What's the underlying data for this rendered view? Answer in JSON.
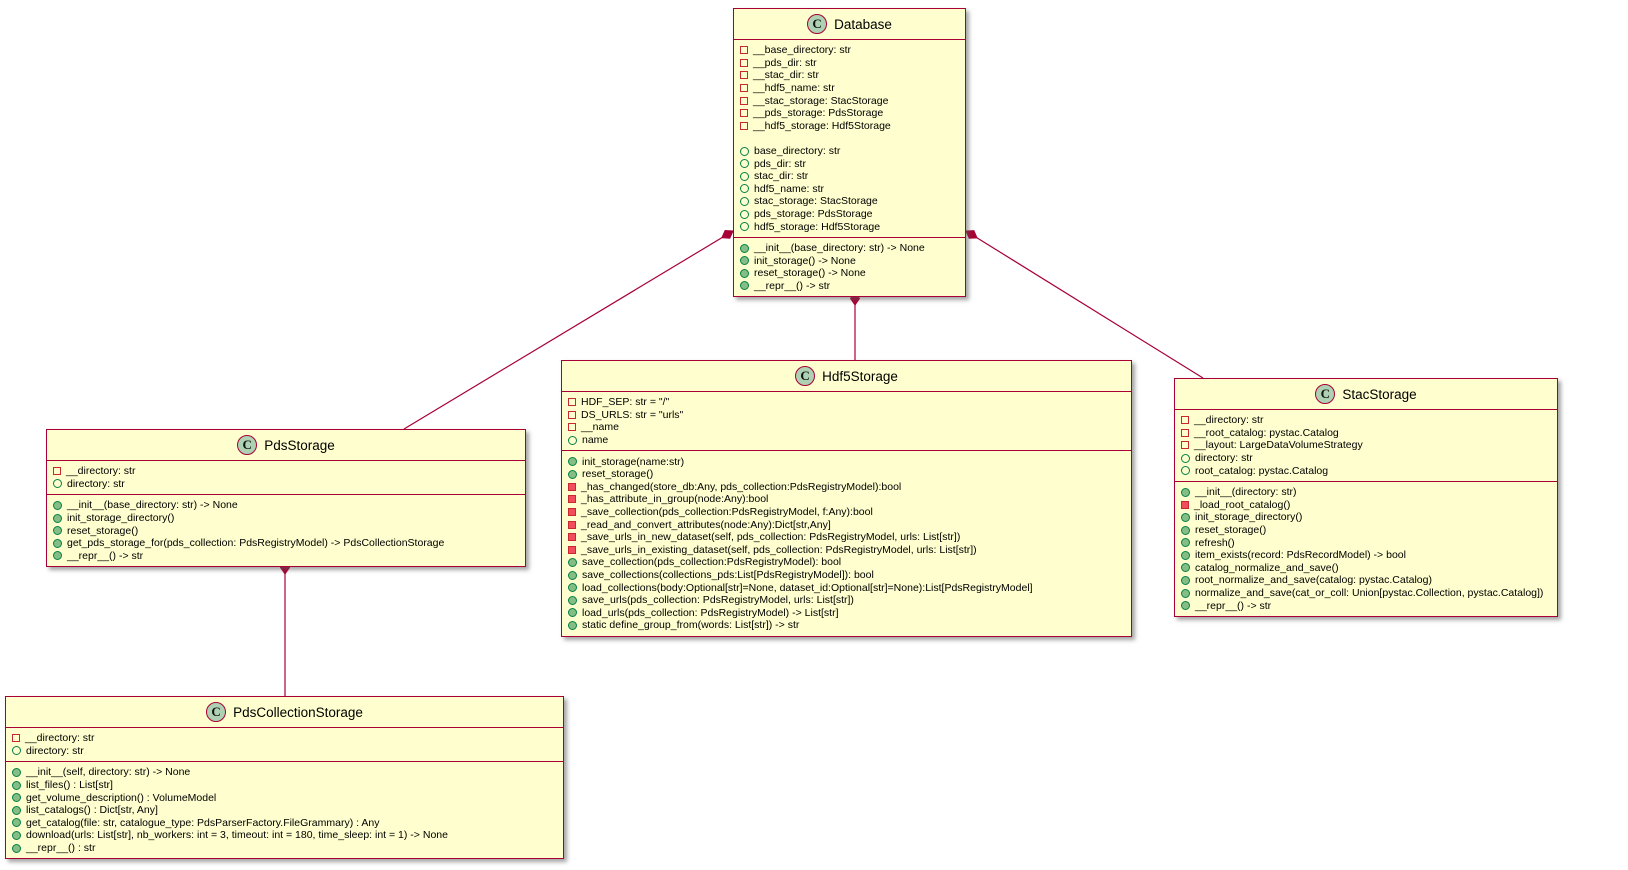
{
  "colors": {
    "background": "#FFFFFF",
    "class_fill": "#FEFECE",
    "class_border": "#A80036",
    "connector": "#A80036",
    "class_icon_circle": "#ADD1B2",
    "public_method_fill": "#84BE84",
    "public_method_border": "#038048",
    "private_method_fill": "#F24D5C",
    "private_method_border": "#C82930"
  },
  "classes": [
    {
      "id": "database",
      "name": "Database",
      "icon_letter": "C",
      "fields": [
        {
          "kind": "private-field",
          "text": "__base_directory: str"
        },
        {
          "kind": "private-field",
          "text": "__pds_dir: str"
        },
        {
          "kind": "private-field",
          "text": "__stac_dir: str"
        },
        {
          "kind": "private-field",
          "text": "__hdf5_name: str"
        },
        {
          "kind": "private-field",
          "text": "__stac_storage: StacStorage"
        },
        {
          "kind": "private-field",
          "text": "__pds_storage: PdsStorage"
        },
        {
          "kind": "private-field",
          "text": "__hdf5_storage: Hdf5Storage"
        },
        {
          "kind": "blank",
          "text": ""
        },
        {
          "kind": "property",
          "text": "base_directory: str"
        },
        {
          "kind": "property",
          "text": "pds_dir: str"
        },
        {
          "kind": "property",
          "text": "stac_dir: str"
        },
        {
          "kind": "property",
          "text": "hdf5_name: str"
        },
        {
          "kind": "property",
          "text": "stac_storage: StacStorage"
        },
        {
          "kind": "property",
          "text": "pds_storage: PdsStorage"
        },
        {
          "kind": "property",
          "text": "hdf5_storage: Hdf5Storage"
        }
      ],
      "methods": [
        {
          "kind": "public-method",
          "text": "__init__(base_directory: str) -> None"
        },
        {
          "kind": "public-method",
          "text": "init_storage() -> None"
        },
        {
          "kind": "public-method",
          "text": "reset_storage() -> None"
        },
        {
          "kind": "public-method",
          "text": "__repr__() -> str"
        }
      ]
    },
    {
      "id": "pdsstorage",
      "name": "PdsStorage",
      "icon_letter": "C",
      "fields": [
        {
          "kind": "private-field",
          "text": "__directory: str"
        },
        {
          "kind": "property",
          "text": "directory: str"
        }
      ],
      "methods": [
        {
          "kind": "public-method",
          "text": "__init__(base_directory: str) -> None"
        },
        {
          "kind": "public-method",
          "text": "init_storage_directory()"
        },
        {
          "kind": "public-method",
          "text": "reset_storage()"
        },
        {
          "kind": "public-method",
          "text": "get_pds_storage_for(pds_collection: PdsRegistryModel) -> PdsCollectionStorage"
        },
        {
          "kind": "public-method",
          "text": "__repr__() -> str"
        }
      ]
    },
    {
      "id": "hdf5storage",
      "name": "Hdf5Storage",
      "icon_letter": "C",
      "fields": [
        {
          "kind": "private-field",
          "text": "HDF_SEP: str = \"/\""
        },
        {
          "kind": "private-field",
          "text": "DS_URLS: str = \"urls\""
        },
        {
          "kind": "private-field",
          "text": "__name"
        },
        {
          "kind": "property",
          "text": "name"
        }
      ],
      "methods": [
        {
          "kind": "public-method",
          "text": "init_storage(name:str)"
        },
        {
          "kind": "public-method",
          "text": "reset_storage()"
        },
        {
          "kind": "private-method",
          "text": "_has_changed(store_db:Any, pds_collection:PdsRegistryModel):bool"
        },
        {
          "kind": "private-method",
          "text": "_has_attribute_in_group(node:Any):bool"
        },
        {
          "kind": "private-method",
          "text": "_save_collection(pds_collection:PdsRegistryModel, f:Any):bool"
        },
        {
          "kind": "private-method",
          "text": "_read_and_convert_attributes(node:Any):Dict[str,Any]"
        },
        {
          "kind": "private-method",
          "text": "_save_urls_in_new_dataset(self, pds_collection: PdsRegistryModel, urls: List[str])"
        },
        {
          "kind": "private-method",
          "text": "_save_urls_in_existing_dataset(self, pds_collection: PdsRegistryModel, urls: List[str])"
        },
        {
          "kind": "public-method",
          "text": "save_collection(pds_collection:PdsRegistryModel): bool"
        },
        {
          "kind": "public-method",
          "text": "save_collections(collections_pds:List[PdsRegistryModel]): bool"
        },
        {
          "kind": "public-method",
          "text": "load_collections(body:Optional[str]=None, dataset_id:Optional[str]=None):List[PdsRegistryModel]"
        },
        {
          "kind": "public-method",
          "text": "save_urls(pds_collection: PdsRegistryModel, urls: List[str])"
        },
        {
          "kind": "public-method",
          "text": "load_urls(pds_collection: PdsRegistryModel) -> List[str]"
        },
        {
          "kind": "public-method",
          "text": "static define_group_from(words: List[str]) -> str"
        }
      ]
    },
    {
      "id": "stacstorage",
      "name": "StacStorage",
      "icon_letter": "C",
      "fields": [
        {
          "kind": "private-field",
          "text": "__directory: str"
        },
        {
          "kind": "private-field",
          "text": "__root_catalog: pystac.Catalog"
        },
        {
          "kind": "private-field",
          "text": "__layout: LargeDataVolumeStrategy"
        },
        {
          "kind": "property",
          "text": "directory: str"
        },
        {
          "kind": "property",
          "text": "root_catalog: pystac.Catalog"
        }
      ],
      "methods": [
        {
          "kind": "public-method",
          "text": "__init__(directory: str)"
        },
        {
          "kind": "private-method",
          "text": "_load_root_catalog()"
        },
        {
          "kind": "public-method",
          "text": "init_storage_directory()"
        },
        {
          "kind": "public-method",
          "text": "reset_storage()"
        },
        {
          "kind": "public-method",
          "text": "refresh()"
        },
        {
          "kind": "public-method",
          "text": "item_exists(record: PdsRecordModel) -> bool"
        },
        {
          "kind": "public-method",
          "text": "catalog_normalize_and_save()"
        },
        {
          "kind": "public-method",
          "text": "root_normalize_and_save(catalog: pystac.Catalog)"
        },
        {
          "kind": "public-method",
          "text": "normalize_and_save(cat_or_coll: Union[pystac.Collection, pystac.Catalog])"
        },
        {
          "kind": "public-method",
          "text": "__repr__() -> str"
        }
      ]
    },
    {
      "id": "pdscollectionstorage",
      "name": "PdsCollectionStorage",
      "icon_letter": "C",
      "fields": [
        {
          "kind": "private-field",
          "text": "__directory: str"
        },
        {
          "kind": "property",
          "text": "directory: str"
        }
      ],
      "methods": [
        {
          "kind": "public-method",
          "text": "__init__(self, directory: str) -> None"
        },
        {
          "kind": "public-method",
          "text": "list_files() : List[str]"
        },
        {
          "kind": "public-method",
          "text": "get_volume_description() : VolumeModel"
        },
        {
          "kind": "public-method",
          "text": "list_catalogs() : Dict[str, Any]"
        },
        {
          "kind": "public-method",
          "text": "get_catalog(file: str, catalogue_type: PdsParserFactory.FileGrammary) : Any"
        },
        {
          "kind": "public-method",
          "text": "download(urls: List[str], nb_workers: int = 3, timeout: int = 180, time_sleep: int = 1) -> None"
        },
        {
          "kind": "public-method",
          "text": "__repr__() : str"
        }
      ]
    }
  ],
  "relationships": [
    {
      "type": "composition",
      "from": "Database",
      "to": "PdsStorage"
    },
    {
      "type": "composition",
      "from": "Database",
      "to": "Hdf5Storage"
    },
    {
      "type": "composition",
      "from": "Database",
      "to": "StacStorage"
    },
    {
      "type": "composition",
      "from": "PdsStorage",
      "to": "PdsCollectionStorage"
    }
  ]
}
